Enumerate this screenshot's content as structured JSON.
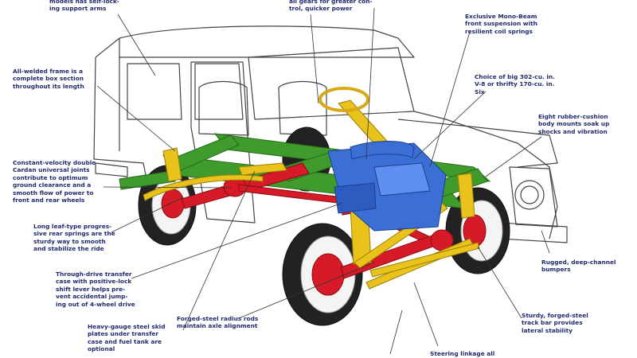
{
  "colors": {
    "frame": "#3f9b2c",
    "suspension": "#e9c21c",
    "drivetrain": "#d71a28",
    "engine": "#3b6fd6",
    "body_outline": "#444444",
    "tire": "#222222",
    "label_text": "#1f2a6e",
    "label_accent": "#b01818"
  },
  "callouts": {
    "support_arms": "models has self-lock-\ning support arms",
    "gears": "all gears for greater con-\ntrol, quicker power",
    "mono_beam": "Exclusive Mono-Beam\nfront suspension with\nresilient coil springs",
    "frame": "All-welded frame is a\ncomplete box section\nthroughout its length",
    "engine_choice": "Choice of big 302-cu. in.\nV-8 or thrifty 170-cu. in.\nSix",
    "body_mounts": "Eight rubber-cushion\nbody mounts soak up\nshocks and vibration",
    "cardan": "Constant-velocity double\nCardan universal joints\ncontribute to optimum\nground clearance and a\nsmooth flow of power to\nfront and rear wheels",
    "leaf_springs": "Long leaf-type progres-\nsive rear springs are the\nsturdy way to smooth\nand stabilize the ride",
    "bumpers": "Rugged, deep-channel\nbumpers",
    "transfer_case": "Through-drive transfer\ncase with positive-lock\nshift lever helps pre-\nvent accidental jump-\ning out of 4-wheel drive",
    "radius_rods": "Forged-steel radius rods\nmaintain axle alignment",
    "track_bar": "Sturdy, forged-steel\ntrack bar provides\nlateral stability",
    "skid_plates": "Heavy-gauge steel skid\nplates under transfer\ncase and fuel tank are\noptional",
    "steering": "Steering linkage all"
  }
}
